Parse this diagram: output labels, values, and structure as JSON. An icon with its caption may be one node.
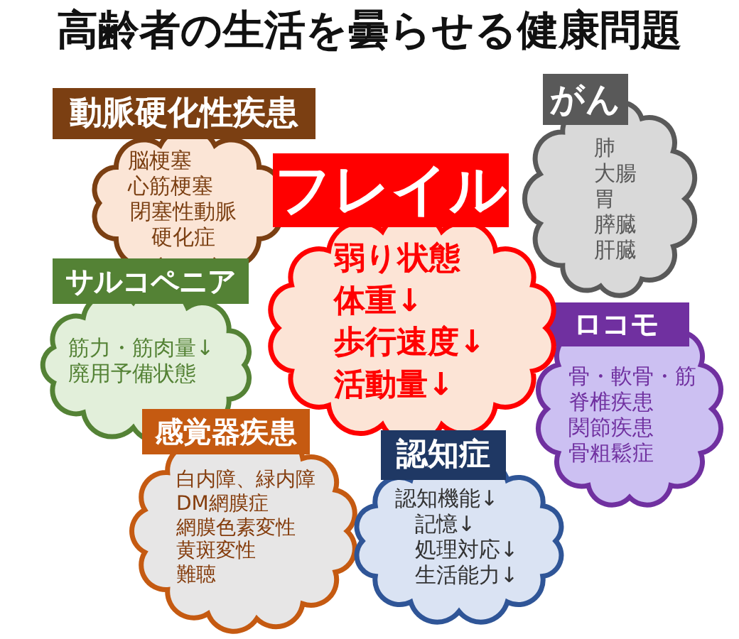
{
  "diagram": {
    "title": "高齢者の生活を曇らせる健康問題",
    "nodes": [
      {
        "text": [
          "動脈硬化性疾患",
          "脳梗塞",
          "心筋梗塞",
          "閉塞性動脈硬化症"
        ]
      },
      {
        "text": [
          "がん",
          "肺",
          "大腸",
          "胃",
          "膵臓",
          "肝臓"
        ]
      },
      {
        "text": [
          "フレイル",
          "弱り状態",
          "体重↓",
          "歩行速度↓",
          "活動量↓"
        ]
      },
      {
        "text": [
          "サルコペニア",
          "筋力・筋肉量↓",
          "廃用予備状態"
        ]
      },
      {
        "text": [
          "ロコモ",
          "骨・軟骨・筋",
          "脊椎疾患",
          "関節疾患",
          "骨粗鬆症"
        ]
      },
      {
        "text": [
          "感覚器疾患",
          "白内障、緑内障",
          "DM網膜症",
          "網膜色素変性",
          "黄斑変性",
          "難聴"
        ]
      },
      {
        "text": [
          "認知症",
          "認知機能↓",
          "記憶↓",
          "処理対応↓",
          "生活能力↓"
        ]
      }
    ]
  }
}
